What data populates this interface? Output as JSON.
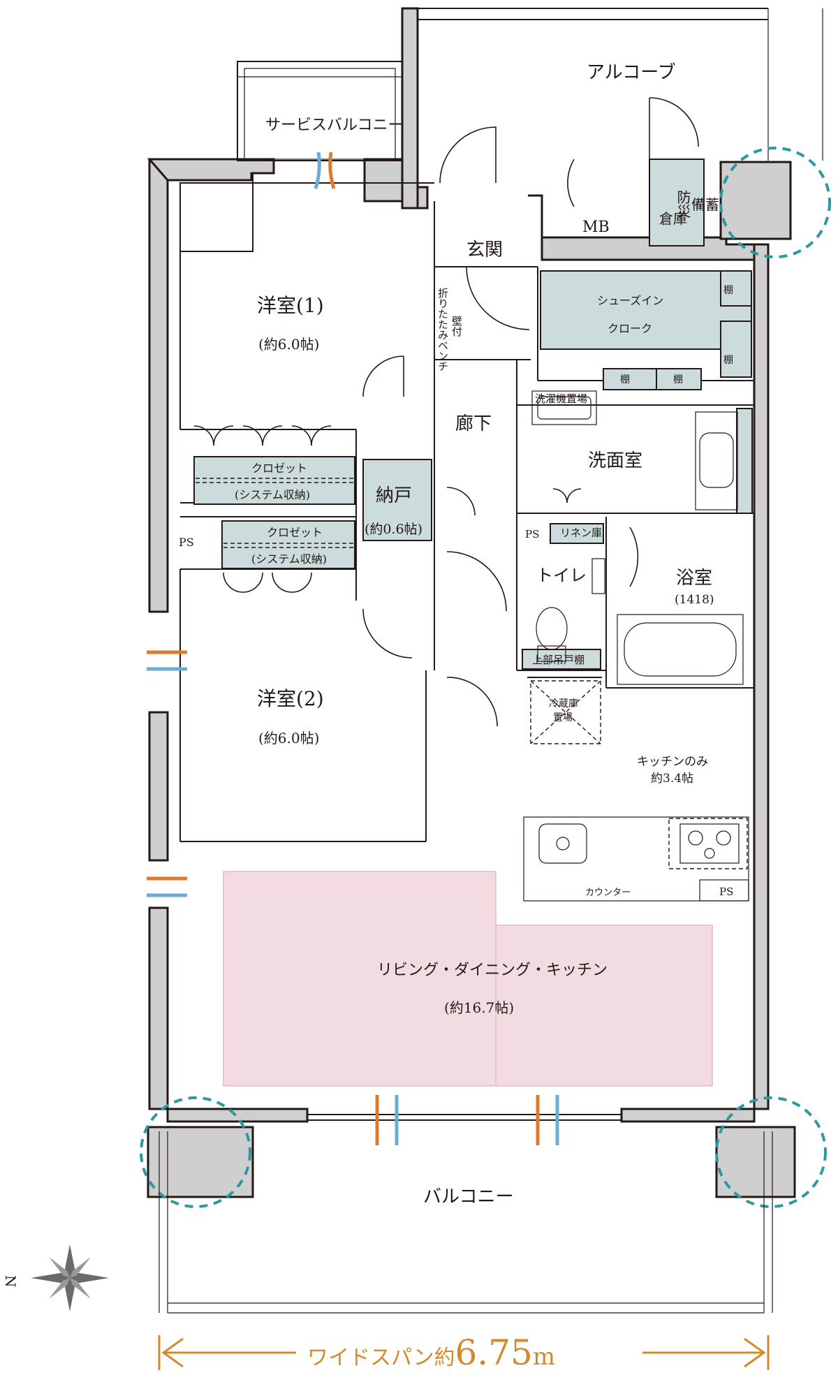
{
  "rooms": {
    "alcove": "アルコーブ",
    "service_balcony": "サービスバルコニー",
    "entrance": "玄関",
    "mb": "MB",
    "disaster_storage_1": "防災",
    "disaster_storage_2": "備蓄",
    "disaster_storage_3": "倉庫",
    "western_room_1": "洋室(1)",
    "western_room_1_size": "(約6.0帖)",
    "folding_bench": "折りたたみベンチ",
    "wall_mounted": "壁付",
    "shoe_closet_1": "シューズイン",
    "shoe_closet_2": "クローク",
    "shelf": "棚",
    "corridor": "廊下",
    "washer_space": "洗濯機置場",
    "washroom": "洗面室",
    "closet_1": "クロゼット",
    "closet_1_note": "(システム収納)",
    "storeroom": "納戸",
    "storeroom_size": "(約0.6帖)",
    "ps": "PS",
    "closet_2": "クロゼット",
    "closet_2_note": "(システム収納)",
    "linen": "リネン庫",
    "toilet": "トイレ",
    "bathroom": "浴室",
    "bathroom_size": "(1418)",
    "upper_cabinet": "上部吊戸棚",
    "western_room_2": "洋室(2)",
    "western_room_2_size": "(約6.0帖)",
    "fridge_1": "冷蔵庫",
    "fridge_2": "置場",
    "kitchen_only_1": "キッチンのみ",
    "kitchen_only_2": "約3.4帖",
    "counter": "カウンター",
    "ldk": "リビング・ダイニング・キッチン",
    "ldk_size": "(約16.7帖)",
    "balcony": "バルコニー"
  },
  "compass": {
    "north": "N"
  },
  "span": {
    "label": "ワイドスパン約",
    "value": "6.75",
    "unit": "m"
  },
  "colors": {
    "wall": "#cfcfcf",
    "storage": "#ccdcdc",
    "ldk_highlight": "#f2dce1",
    "pillar_ring": "#2a9a9e",
    "dimension": "#d28a2c",
    "air_warm": "#e07a2a",
    "air_cool": "#6aaed6"
  }
}
